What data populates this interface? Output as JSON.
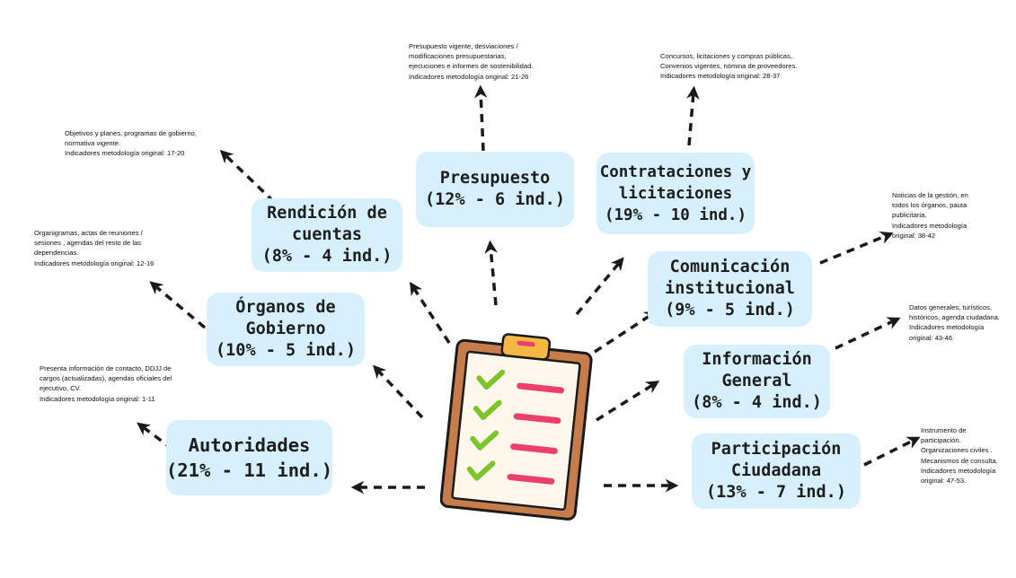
{
  "categories": [
    {
      "id": "autoridades",
      "lines": [
        "Autoridades",
        "(21% - 11 ind.)"
      ],
      "desc": [
        "Presenta información de contacto, DDJJ de",
        "cargos (actualizadas), agendas oficiales del",
        "ejecutivo, CV.",
        "Indicadores metodología original: 1-11"
      ]
    },
    {
      "id": "organos",
      "lines": [
        "Órganos de",
        "Gobierno",
        "(10% - 5 ind.)"
      ],
      "desc": [
        "Organigramas, actas de reuniones /",
        "sesiones , agendas del resto de las",
        "dependencias.",
        "Indicadores metodología original: 12-16"
      ]
    },
    {
      "id": "rendicion",
      "lines": [
        "Rendición de",
        "cuentas",
        "(8% - 4 ind.)"
      ],
      "desc": [
        "Objetivos y planes, programas de gobierno,",
        "normativa vigente.",
        "Indicadores metodología original: 17-20"
      ]
    },
    {
      "id": "presupuesto",
      "lines": [
        "Presupuesto",
        "(12% - 6 ind.)"
      ],
      "desc": [
        "Presupuesto vigente, desviaciones /",
        "modificaciones presupuestarias,",
        "ejecuciones e informes de sostenibilidad.",
        "Indicadores metodología original: 21-26"
      ]
    },
    {
      "id": "contrataciones",
      "lines": [
        "Contrataciones y",
        "licitaciones",
        "(19% - 10 ind.)"
      ],
      "desc": [
        "Concursos, licitaciones y compras públicas,.",
        "Convenios vigentes, nómina de proveedores.",
        "Indicadores metodología original: 28-37"
      ]
    },
    {
      "id": "comunicacion",
      "lines": [
        "Comunicación",
        "institucional",
        "(9% - 5 ind.)"
      ],
      "desc": [
        "Noticias de la gestión, en",
        "todos los órganos, pauta",
        "publicitaria.",
        "Indicadores metodología",
        "original: 38-42"
      ]
    },
    {
      "id": "informacion",
      "lines": [
        "Información",
        "General",
        "(8% - 4 ind.)"
      ],
      "desc": [
        "Datos generales, turísticos,",
        "históricos, agenda ciudadana.",
        "Indicadores metodología",
        "original: 43-46"
      ]
    },
    {
      "id": "participacion",
      "lines": [
        "Participación",
        "Ciudadana",
        "(13% - 7 ind.)"
      ],
      "desc": [
        "Instrumento de",
        "participación.",
        "Organizaciones civiles .",
        "Mecanismos de consulta.",
        "Indicadores metodología",
        "original: 47-53."
      ]
    }
  ],
  "icon": "clipboard-checklist-icon",
  "colors": {
    "box": "#d6f1fd",
    "arrow": "#1a1a1a",
    "clipboard": "#c77c4c",
    "check": "#7cc52a",
    "line": "#ec3f6c"
  }
}
